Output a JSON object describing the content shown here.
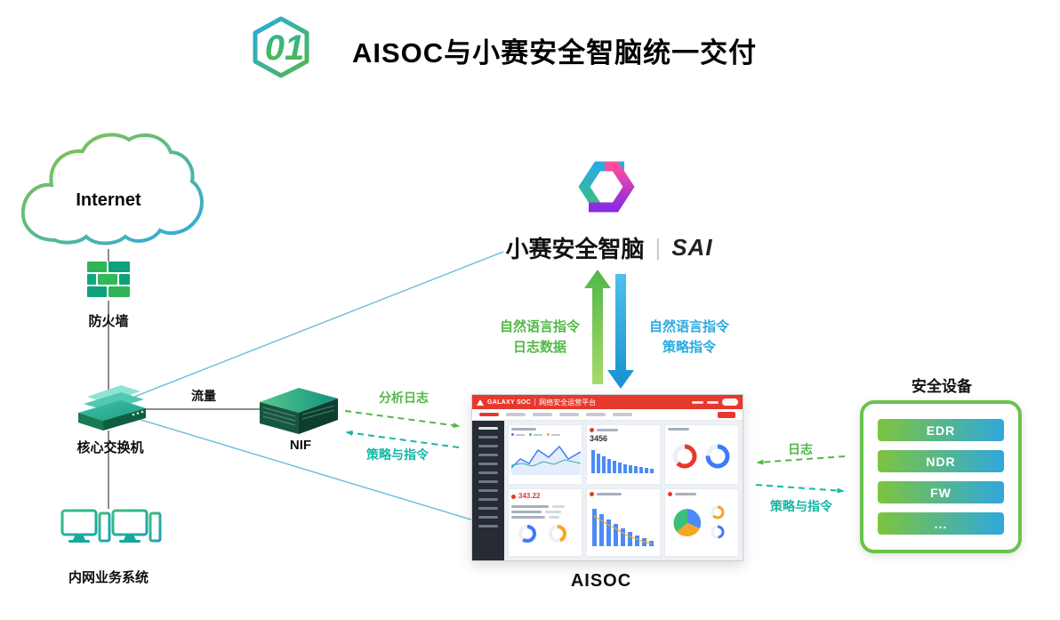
{
  "header": {
    "badge": "01",
    "title": "AISOC与小赛安全智脑统一交付"
  },
  "nodes": {
    "internet": {
      "label": "Internet"
    },
    "firewall": {
      "label": "防火墙"
    },
    "core_switch": {
      "label": "核心交换机"
    },
    "intranet_systems": {
      "label": "内网业务系统"
    },
    "nif": {
      "label": "NIF"
    },
    "brain": {
      "name": "小赛安全智脑",
      "divider": "|",
      "abbr": "SAI"
    },
    "aisoc": {
      "label": "AISOC"
    },
    "security_devices": {
      "title": "安全设备",
      "items": [
        {
          "label": "EDR"
        },
        {
          "label": "NDR"
        },
        {
          "label": "FW"
        },
        {
          "label": "..."
        }
      ]
    }
  },
  "edges": {
    "traffic": {
      "label": "流量"
    },
    "brain_up": {
      "line1": "自然语言指令",
      "line2": "日志数据"
    },
    "brain_down": {
      "line1": "自然语言指令",
      "line2": "策略指令"
    },
    "nif_to_aisoc": {
      "label": "分析日志"
    },
    "aisoc_to_nif": {
      "label": "策略与指令"
    },
    "devices_to_aisoc": {
      "label": "日志"
    },
    "aisoc_to_devices": {
      "label": "策略与指令"
    }
  },
  "dashboard": {
    "brand": "GALAXY SOC",
    "product": "网络安全运营平台",
    "stat_top": "3456",
    "stat_bottom": "343.22"
  },
  "colors": {
    "green": "#52B848",
    "teal": "#17B6A2",
    "blue": "#29ABE2",
    "brand_red": "#E6392E",
    "device_border": "#6CC24A"
  }
}
